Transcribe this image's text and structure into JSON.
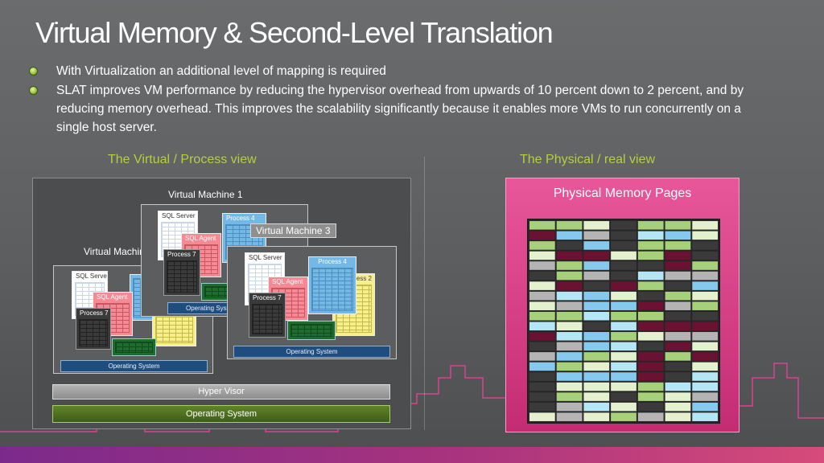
{
  "title": "Virtual Memory & Second-Level Translation",
  "bullets": [
    "With Virtualization an additional level of mapping is required",
    "SLAT improves VM performance by reducing the hypervisor overhead from upwards of 10 percent down to 2 percent, and by reducing memory overhead. This improves the scalability significantly because it enables more VMs to run concurrently on a single host server."
  ],
  "left_heading": "The Virtual / Process view",
  "right_heading": "The Physical / real view",
  "host": {
    "hypervisor_label": "Hyper Visor",
    "os_label": "Operating System"
  },
  "vms": {
    "vm1": {
      "label": "Virtual Machine 1",
      "sql": "SQL Server",
      "proc4": "Process 4",
      "agent": "SQL Agent",
      "proc7": "Process 7",
      "os": "Operating System"
    },
    "vm2": {
      "label": "Virtual Machine 2",
      "sql": "SQL Server",
      "agent": "SQL Agent",
      "proc7": "Process 7",
      "os": "Operating System"
    },
    "vm3": {
      "label": "Virtual Machine 3",
      "sql": "SQL Server",
      "proc4": "Process 4",
      "agent": "SQL Agent",
      "proc2": "Process 2",
      "proc7": "Process 7",
      "os": "Operating System"
    }
  },
  "physical_title": "Physical Memory Pages",
  "colors": {
    "accent_heading": "#b8cf3c",
    "sql_window": "#ffffff",
    "process4_window": "#74b8e6",
    "agent_window": "#f58a94",
    "process7_window": "#3a3a3a",
    "process2_window": "#f7ef8a",
    "page_colors": [
      "#e3f1cf",
      "#3a3a3a",
      "#b4b4b4",
      "#a7d07a",
      "#85c9ee",
      "#b4e6f5",
      "#6b1233"
    ]
  }
}
